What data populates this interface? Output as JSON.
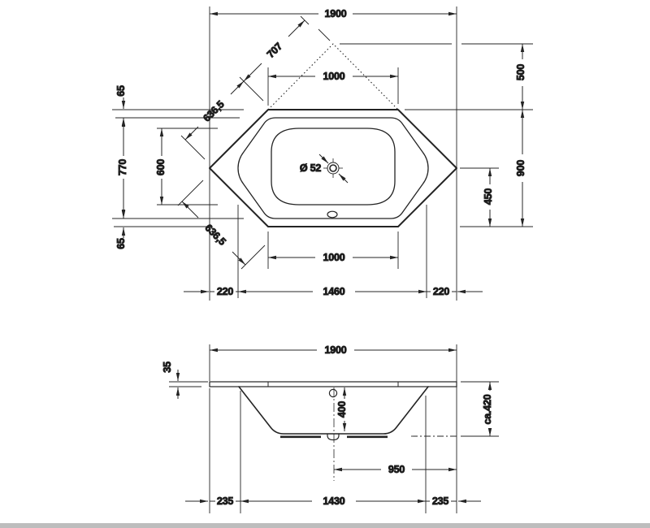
{
  "background": "#ffffff",
  "line_color": "#242424",
  "text_color": "#111111",
  "bottom_strip_color": "#bdbdbd",
  "top_view": {
    "dim_overall_width": "1900",
    "dim_corner_edge": "707",
    "dim_top_edge": "1000",
    "dim_slant_edge_top": "636,5",
    "dim_slant_edge_bottom": "636,5",
    "dim_rim_width_top": "65",
    "dim_rim_span_height": "770",
    "dim_basin_height": "600",
    "dim_rim_width_bottom": "65",
    "dim_corner_depth": "500",
    "dim_overall_depth": "900",
    "dim_center_to_edge": "450",
    "dim_drain_diameter": "Ø 52",
    "dim_bottom_edge": "1000",
    "dim_end_left": "220",
    "dim_rim_inner_width": "1460",
    "dim_end_right": "220"
  },
  "section_view": {
    "dim_overall_width": "1900",
    "dim_rim_thickness": "35",
    "dim_inner_depth": "400",
    "dim_install_height": "ca.420",
    "dim_center_to_right": "950",
    "dim_end_left": "235",
    "dim_base_width": "1430",
    "dim_end_right": "235"
  }
}
